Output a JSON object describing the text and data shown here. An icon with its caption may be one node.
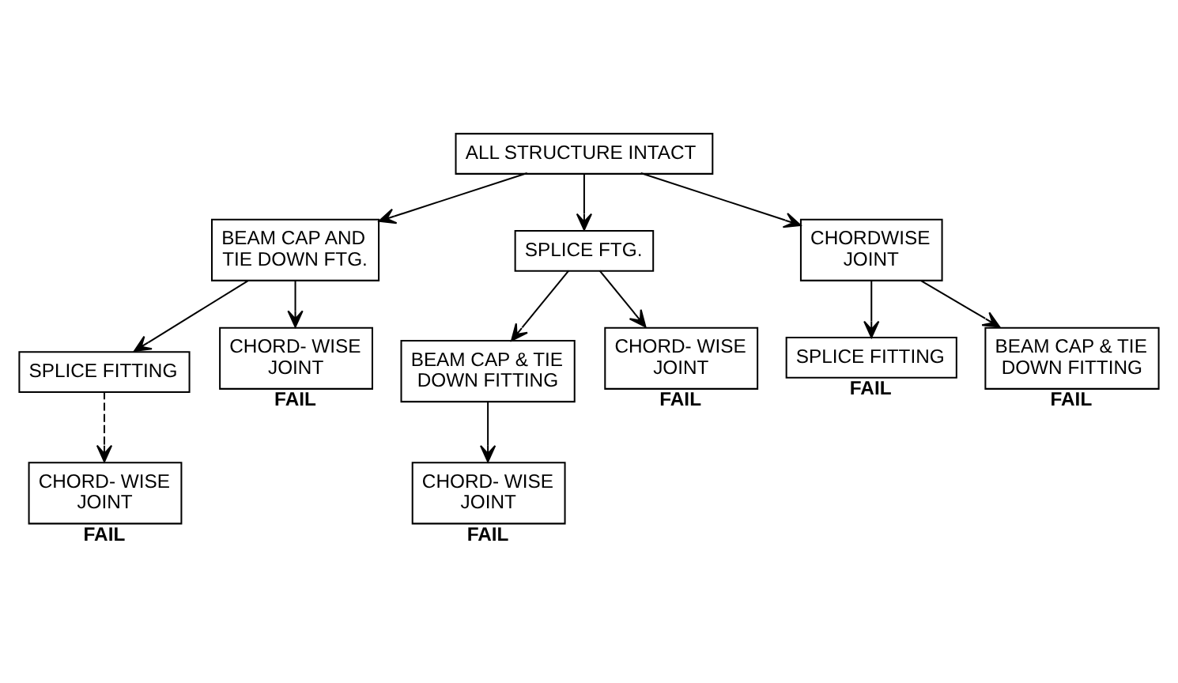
{
  "diagram": {
    "nodes": [
      {
        "text": [
          "ALL STRUCTURE INTACT"
        ]
      },
      {
        "text": [
          "BEAM CAP AND TIE DOWN FTG."
        ]
      },
      {
        "text": [
          "SPLICE FTG."
        ]
      },
      {
        "text": [
          "CHORDWISE JOINT"
        ]
      },
      {
        "text": [
          "SPLICE FITTING"
        ]
      },
      {
        "text": [
          "CHORD- WISE JOINT"
        ],
        "beside": [
          "FAIL"
        ]
      },
      {
        "text": [
          "BEAM CAP & TIE DOWN FITTING"
        ]
      },
      {
        "text": [
          "CHORD- WISE JOINT"
        ],
        "beside": [
          "FAIL"
        ]
      },
      {
        "text": [
          "SPLICE FITTING"
        ],
        "beside": [
          "FAIL"
        ]
      },
      {
        "text": [
          "BEAM CAP & TIE DOWN FITTING"
        ],
        "beside": [
          "FAIL"
        ]
      },
      {
        "text": [
          "CHORD- WISE JOINT"
        ],
        "beside": [
          "FAIL"
        ]
      },
      {
        "text": [
          "CHORD- WISE JOINT"
        ],
        "beside": [
          "FAIL"
        ]
      }
    ],
    "edges": [
      {
        "from": 0,
        "to": 1,
        "arrow": "to"
      },
      {
        "from": 0,
        "to": 2,
        "arrow": "to"
      },
      {
        "from": 0,
        "to": 3,
        "arrow": "to"
      },
      {
        "from": 1,
        "to": 4,
        "arrow": "to"
      },
      {
        "from": 1,
        "to": 5,
        "arrow": "to"
      },
      {
        "from": 2,
        "to": 6,
        "arrow": "to"
      },
      {
        "from": 2,
        "to": 7,
        "arrow": "to"
      },
      {
        "from": 3,
        "to": 8,
        "arrow": "to"
      },
      {
        "from": 3,
        "to": 9,
        "arrow": "to"
      },
      {
        "from": 4,
        "to": 10,
        "arrow": "to",
        "style": "dashed"
      },
      {
        "from": 6,
        "to": 11,
        "arrow": "to"
      }
    ]
  }
}
